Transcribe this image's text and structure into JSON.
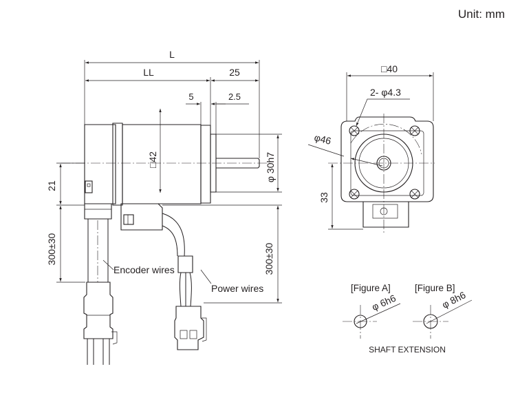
{
  "unit_label": "Unit: mm",
  "side_view": {
    "dim_total_length": "L",
    "dim_body_length": "LL",
    "dim_shaft_length": "25",
    "dim_flange_thickness": "5",
    "dim_pilot_height": "2.5",
    "dim_body_square": "□42",
    "dim_shaft_diameter": "φ 30h7",
    "dim_center_height": "21",
    "dim_encoder_cable_length": "300±30",
    "dim_power_cable_length": "300±30",
    "label_encoder_wires": "Encoder wires",
    "label_power_wires": "Power wires"
  },
  "front_view": {
    "dim_flange_square": "□40",
    "dim_mounting_holes": "2- φ4.3",
    "dim_bolt_circle": "φ46",
    "dim_center_offset": "33"
  },
  "shaft_extension": {
    "title": "SHAFT EXTENSION",
    "figure_a_label": "[Figure A]",
    "figure_a_dim": "φ 6h6",
    "figure_b_label": "[Figure B]",
    "figure_b_dim": "φ 8h6"
  }
}
